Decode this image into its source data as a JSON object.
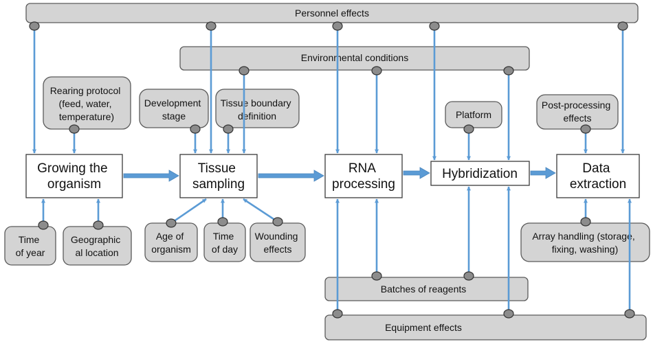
{
  "factors": {
    "personnel": [
      "Personnel effects"
    ],
    "environmental": [
      "Environmental conditions"
    ],
    "rearing": [
      "Rearing protocol",
      "(feed, water,",
      "temperature)"
    ],
    "development": [
      "Development",
      "stage"
    ],
    "tissue_boundary": [
      "Tissue boundary",
      "definition"
    ],
    "platform": [
      "Platform"
    ],
    "postproc": [
      "Post-processing",
      "effects"
    ],
    "time_of_year": [
      "Time",
      "of year"
    ],
    "geographic": [
      "Geographic",
      "al location"
    ],
    "age": [
      "Age of",
      "organism"
    ],
    "time_of_day": [
      "Time",
      "of day"
    ],
    "wounding": [
      "Wounding",
      "effects"
    ],
    "array_handling": [
      "Array handling (storage,",
      "fixing, washing)"
    ],
    "reagents": [
      "Batches of reagents"
    ],
    "equipment": [
      "Equipment effects"
    ]
  },
  "steps": {
    "growing": [
      "Growing the",
      "organism"
    ],
    "tissue": [
      "Tissue",
      "sampling"
    ],
    "rna": [
      "RNA",
      "processing"
    ],
    "hybridization": [
      "Hybridization"
    ],
    "extraction": [
      "Data",
      "extraction"
    ]
  },
  "colors": {
    "arrow": "#5b9bd5",
    "factor_fill": "#d4d4d4",
    "node_fill": "#8c8c8c"
  }
}
